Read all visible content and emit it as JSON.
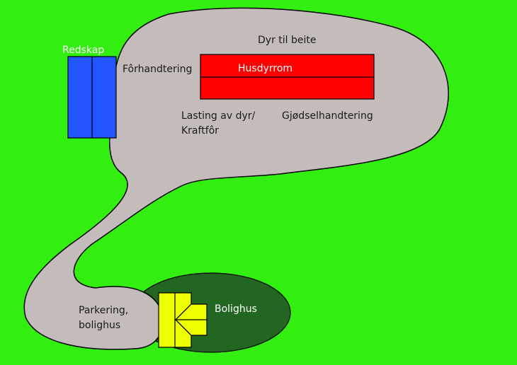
{
  "colors": {
    "background": "#33ee11",
    "farmyard": "#c4bcba",
    "garden": "#226622",
    "redskap": "#2255ff",
    "husdyrrom": "#ff0000",
    "bolighus": "#eeff00",
    "outline": "#000000",
    "redskap_label": "#ffffff",
    "husdyrrom_label": "#ffffff",
    "bolighus_label": "#ffffff"
  },
  "labels": {
    "redskap": "Redskap",
    "forhandtering": "Fôrhandtering",
    "dyr_til_beite": "Dyr til beite",
    "husdyrrom": "Husdyrrom",
    "lasting_line1": "Lasting av dyr/",
    "lasting_line2": "Kraftfôr",
    "gjodsel": "Gjødselhandtering",
    "parkering_line1": "Parkering,",
    "parkering_line2": "bolighus",
    "bolighus": "Bolighus"
  }
}
